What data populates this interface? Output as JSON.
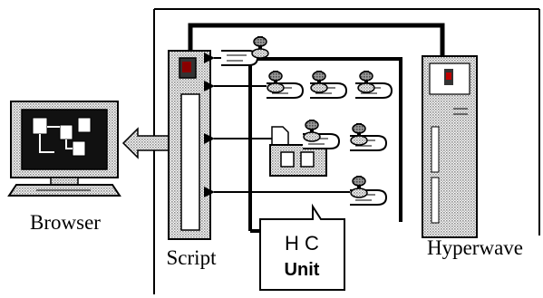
{
  "labels": {
    "browser": "Browser",
    "script": "Script",
    "hyperwave": "Hyperwave",
    "hc_line1": "H C",
    "hc_line2": "Unit"
  },
  "colors": {
    "ink": "#000000",
    "paper": "#ffffff",
    "tower": "#d9d9d9",
    "dither": "#8c8c8c",
    "monitor_screen": "#111111"
  }
}
